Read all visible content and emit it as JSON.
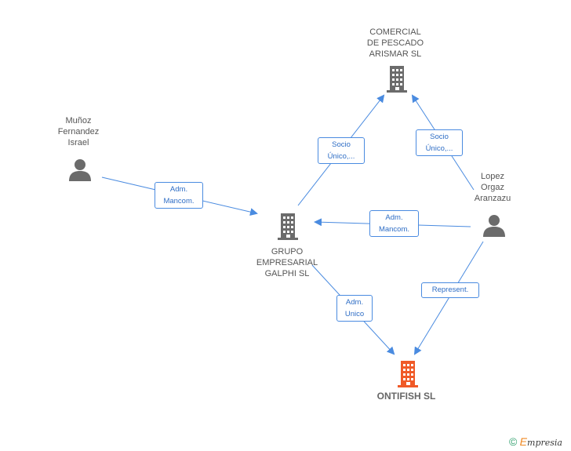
{
  "nodes": {
    "comercial": {
      "label": "COMERCIAL\nDE PESCADO\nARISMAR SL"
    },
    "munoz": {
      "label": "Muñoz\nFernandez\nIsrael"
    },
    "lopez": {
      "label": "Lopez\nOrgaz\nAranzazu"
    },
    "grupo": {
      "label": "GRUPO\nEMPRESARIAL\nGALPHI SL"
    },
    "ontifish": {
      "label": "ONTIFISH SL"
    }
  },
  "edges": {
    "munoz_grupo": "Adm.\nMancom.",
    "grupo_comercial": "Socio\nÚnico,...",
    "lopez_comercial": "Socio\nÚnico,...",
    "lopez_grupo": "Adm.\nMancom.",
    "grupo_ontifish": "Adm.\nUnico",
    "lopez_ontifish": "Represent."
  },
  "colors": {
    "edge": "#4a8be0",
    "company_icon": "#6b6b6b",
    "person_icon": "#6b6b6b",
    "highlight_icon": "#f05a28"
  },
  "footer": {
    "copyright": "©",
    "brand_initial": "E",
    "brand_rest": "mpresia"
  }
}
